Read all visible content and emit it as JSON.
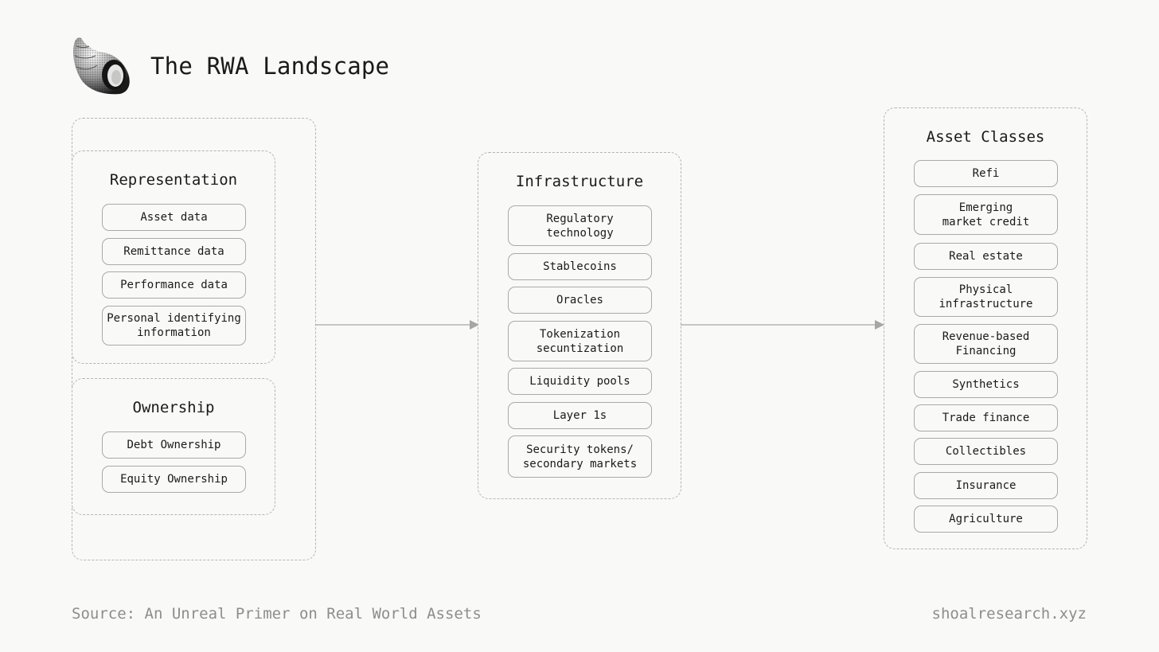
{
  "title": "The RWA Landscape",
  "representation": {
    "title": "Representation",
    "items": [
      "Asset data",
      "Remittance data",
      "Performance data",
      "Personal identifying\ninformation"
    ]
  },
  "ownership": {
    "title": "Ownership",
    "items": [
      "Debt Ownership",
      "Equity Ownership"
    ]
  },
  "infrastructure": {
    "title": "Infrastructure",
    "items": [
      "Regulatory\ntechnology",
      "Stablecoins",
      "Oracles",
      "Tokenization\nsecuntization",
      "Liquidity pools",
      "Layer 1s",
      "Security tokens/\nsecondary markets"
    ]
  },
  "asset_classes": {
    "title": "Asset Classes",
    "items": [
      "Refi",
      "Emerging\nmarket credit",
      "Real estate",
      "Physical\ninfrastructure",
      "Revenue-based\nFinancing",
      "Synthetics",
      "Trade finance",
      "Collectibles",
      "Insurance",
      "Agriculture"
    ]
  },
  "footer": {
    "source": "Source: An Unreal Primer on Real World Assets",
    "site": "shoalresearch.xyz"
  },
  "colors": {
    "background": "#f9f9f7",
    "border": "#b4b4b0",
    "arrow": "#a6a6a3",
    "muted_text": "#8d8d8a"
  },
  "icons": {
    "logo": "sea-shell-icon"
  }
}
